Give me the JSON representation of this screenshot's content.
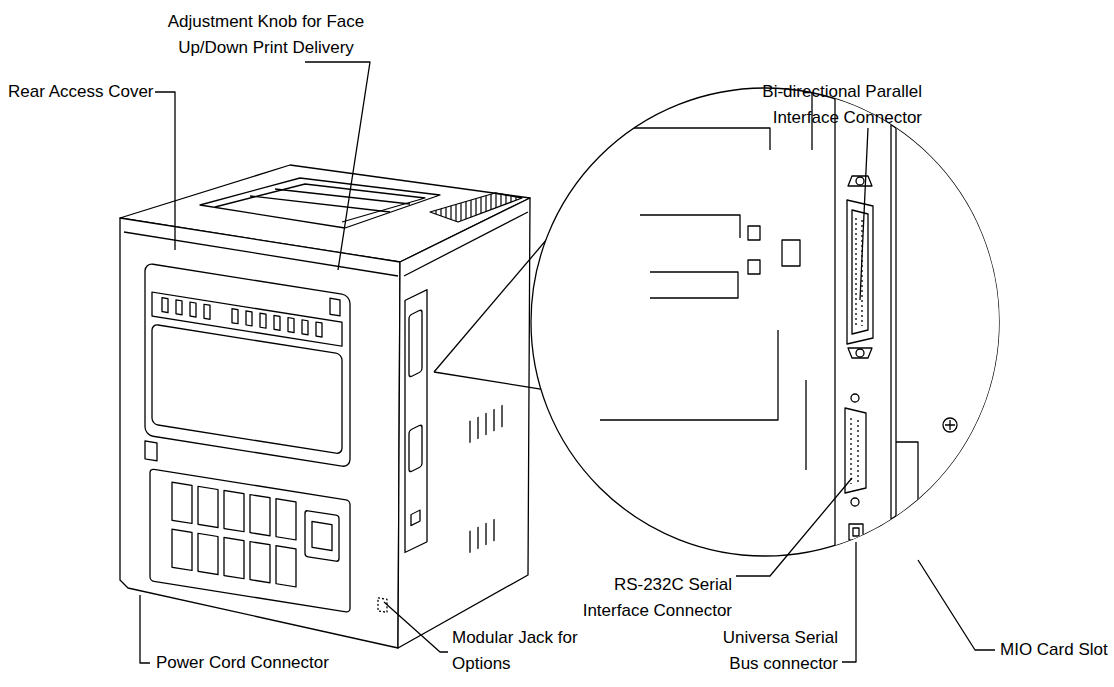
{
  "diagram": {
    "labels": [
      "Rear Access Cover",
      "Adjustment Knob for Face Up/Down Print Delivery",
      "Bi-directional Parallel Interface Connector",
      "RS-232C Serial Interface Connector",
      "Universa Serial Bus connector",
      "MIO Card Slot",
      "Power Cord Connector",
      "Modular Jack for Options"
    ]
  }
}
